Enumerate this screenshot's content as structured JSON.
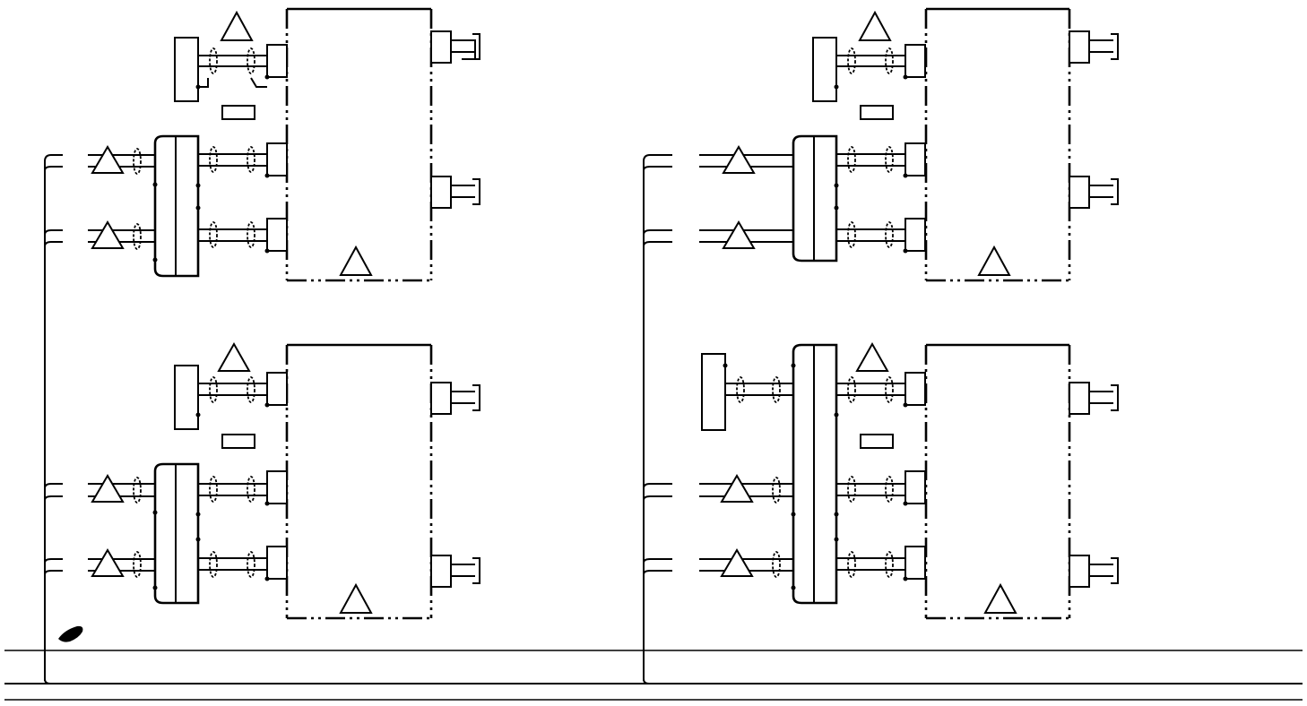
{
  "diagram": {
    "colors": {
      "line": "#000000",
      "background": "#ffffff"
    },
    "icons": {
      "note_flag": "triangle-note-icon",
      "connector": "connector-icon",
      "pointer": "hand-pointer-icon"
    },
    "assemblies": [
      {
        "name": "upper-left",
        "inputs": 2,
        "has_sensor": true
      },
      {
        "name": "lower-left",
        "inputs": 2,
        "has_sensor": true
      },
      {
        "name": "upper-right",
        "inputs": 2,
        "has_sensor": true
      },
      {
        "name": "lower-right",
        "inputs": 2,
        "has_sensor": true
      }
    ]
  }
}
